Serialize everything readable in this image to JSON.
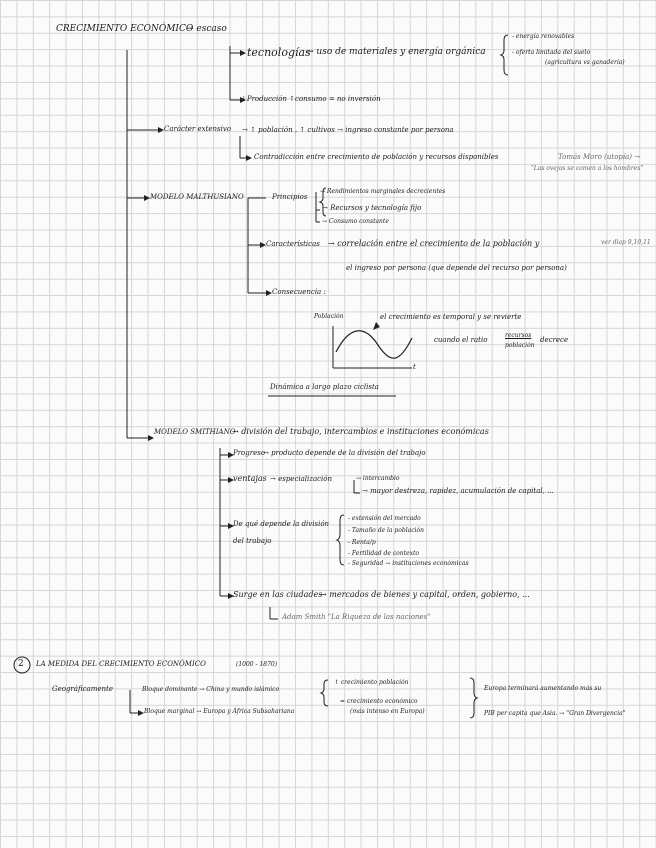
{
  "header": {
    "title": "CRECIMIENTO ECONÓMICO",
    "arrow_word": "→ escaso"
  },
  "tech": {
    "label": "tecnologías",
    "desc": "→ uso de materiales y energía orgánica",
    "bullet_1": "- energía renovables",
    "bullet_2": "- oferta limitada del suelo",
    "bullet_2b": "(agricultura vs ganadería)",
    "production": "↓Producción ↑consumo = no inversión"
  },
  "extensive": {
    "label": "Carácter extensivo",
    "line_1": "→ ↑ población , ↑ cultivos → ingreso constante por persona",
    "line_2": "Contradicción entre crecimiento de población y recursos disponibles",
    "note_1": "Tomás Moro (utopía) →",
    "note_2": "\"Las ovejas se comen a los hombres\""
  },
  "malthus": {
    "label": "MODELO MALTHUSIANO",
    "principles_label": "Principios",
    "principle_1": "→ Rendimientos marginales decrecientes",
    "principle_2": "→ Recursos y tecnología fijo",
    "principle_3": "→ Consumo constante",
    "features_label": "Características",
    "features_1": "→ correlación entre el crecimiento de la población y",
    "features_2": "el ingreso por persona (que depende del recurso por persona)",
    "side_note": "ver diap 9,10,11",
    "consequence_label": "Consecuencia :",
    "graph_ylabel": "Población",
    "graph_xlabel": "t",
    "graph_note_1": "el crecimiento es temporal y se revierte",
    "graph_note_2": "cuando el ratio",
    "graph_ratio_num": "recursos",
    "graph_ratio_den": "población",
    "graph_note_3": "decrece",
    "dynamic": "Dinámica a largo plazo ciclista"
  },
  "smith": {
    "label": "MODELO SMITHIANO",
    "desc": "→ división del trabajo, intercambios e instituciones económicas",
    "progress_label": "Progreso",
    "progress_desc": "→ producto depende de la división del trabajo",
    "advantages_label": "ventajas",
    "advantages_desc": "→ especialización",
    "adv_1": "→ intercambio",
    "adv_2": "→ mayor destreza, rapidez, acumulación de capital, ...",
    "depends_label_1": "De qué depende la división",
    "depends_label_2": "del trabajo",
    "dep_1": "- extensión del mercado",
    "dep_2": "- Tamaño de la población",
    "dep_3": "- Renta/p",
    "dep_4": "- Fertilidad de contexto",
    "dep_5": "- Seguridad → instituciones económicas",
    "cities_label": "Surge en las ciudades",
    "cities_desc": "→ mercados de bienes y capital, orden, gobierno, ...",
    "book": "Adam Smith \"La Riqueza de las naciones\""
  },
  "section2": {
    "number": "2",
    "title": "LA MEDIDA DEL CRECIMIENTO ECONÓMICO",
    "years": "(1000 - 1870)",
    "geo_label": "Geográficamente",
    "bloc_1": "Bloque dominante → China y mundo islámico",
    "bloc_2": "Bloque marginal → Europa y África Subsahariana",
    "growth_1": "↑ crecimiento población",
    "growth_2": "= crecimiento económico",
    "growth_3": "(más intenso en Europa)",
    "right_1": "Europa terminará aumentando más su",
    "right_2": "PIB per capita que Asia. → \"Gran Divergencia\""
  }
}
